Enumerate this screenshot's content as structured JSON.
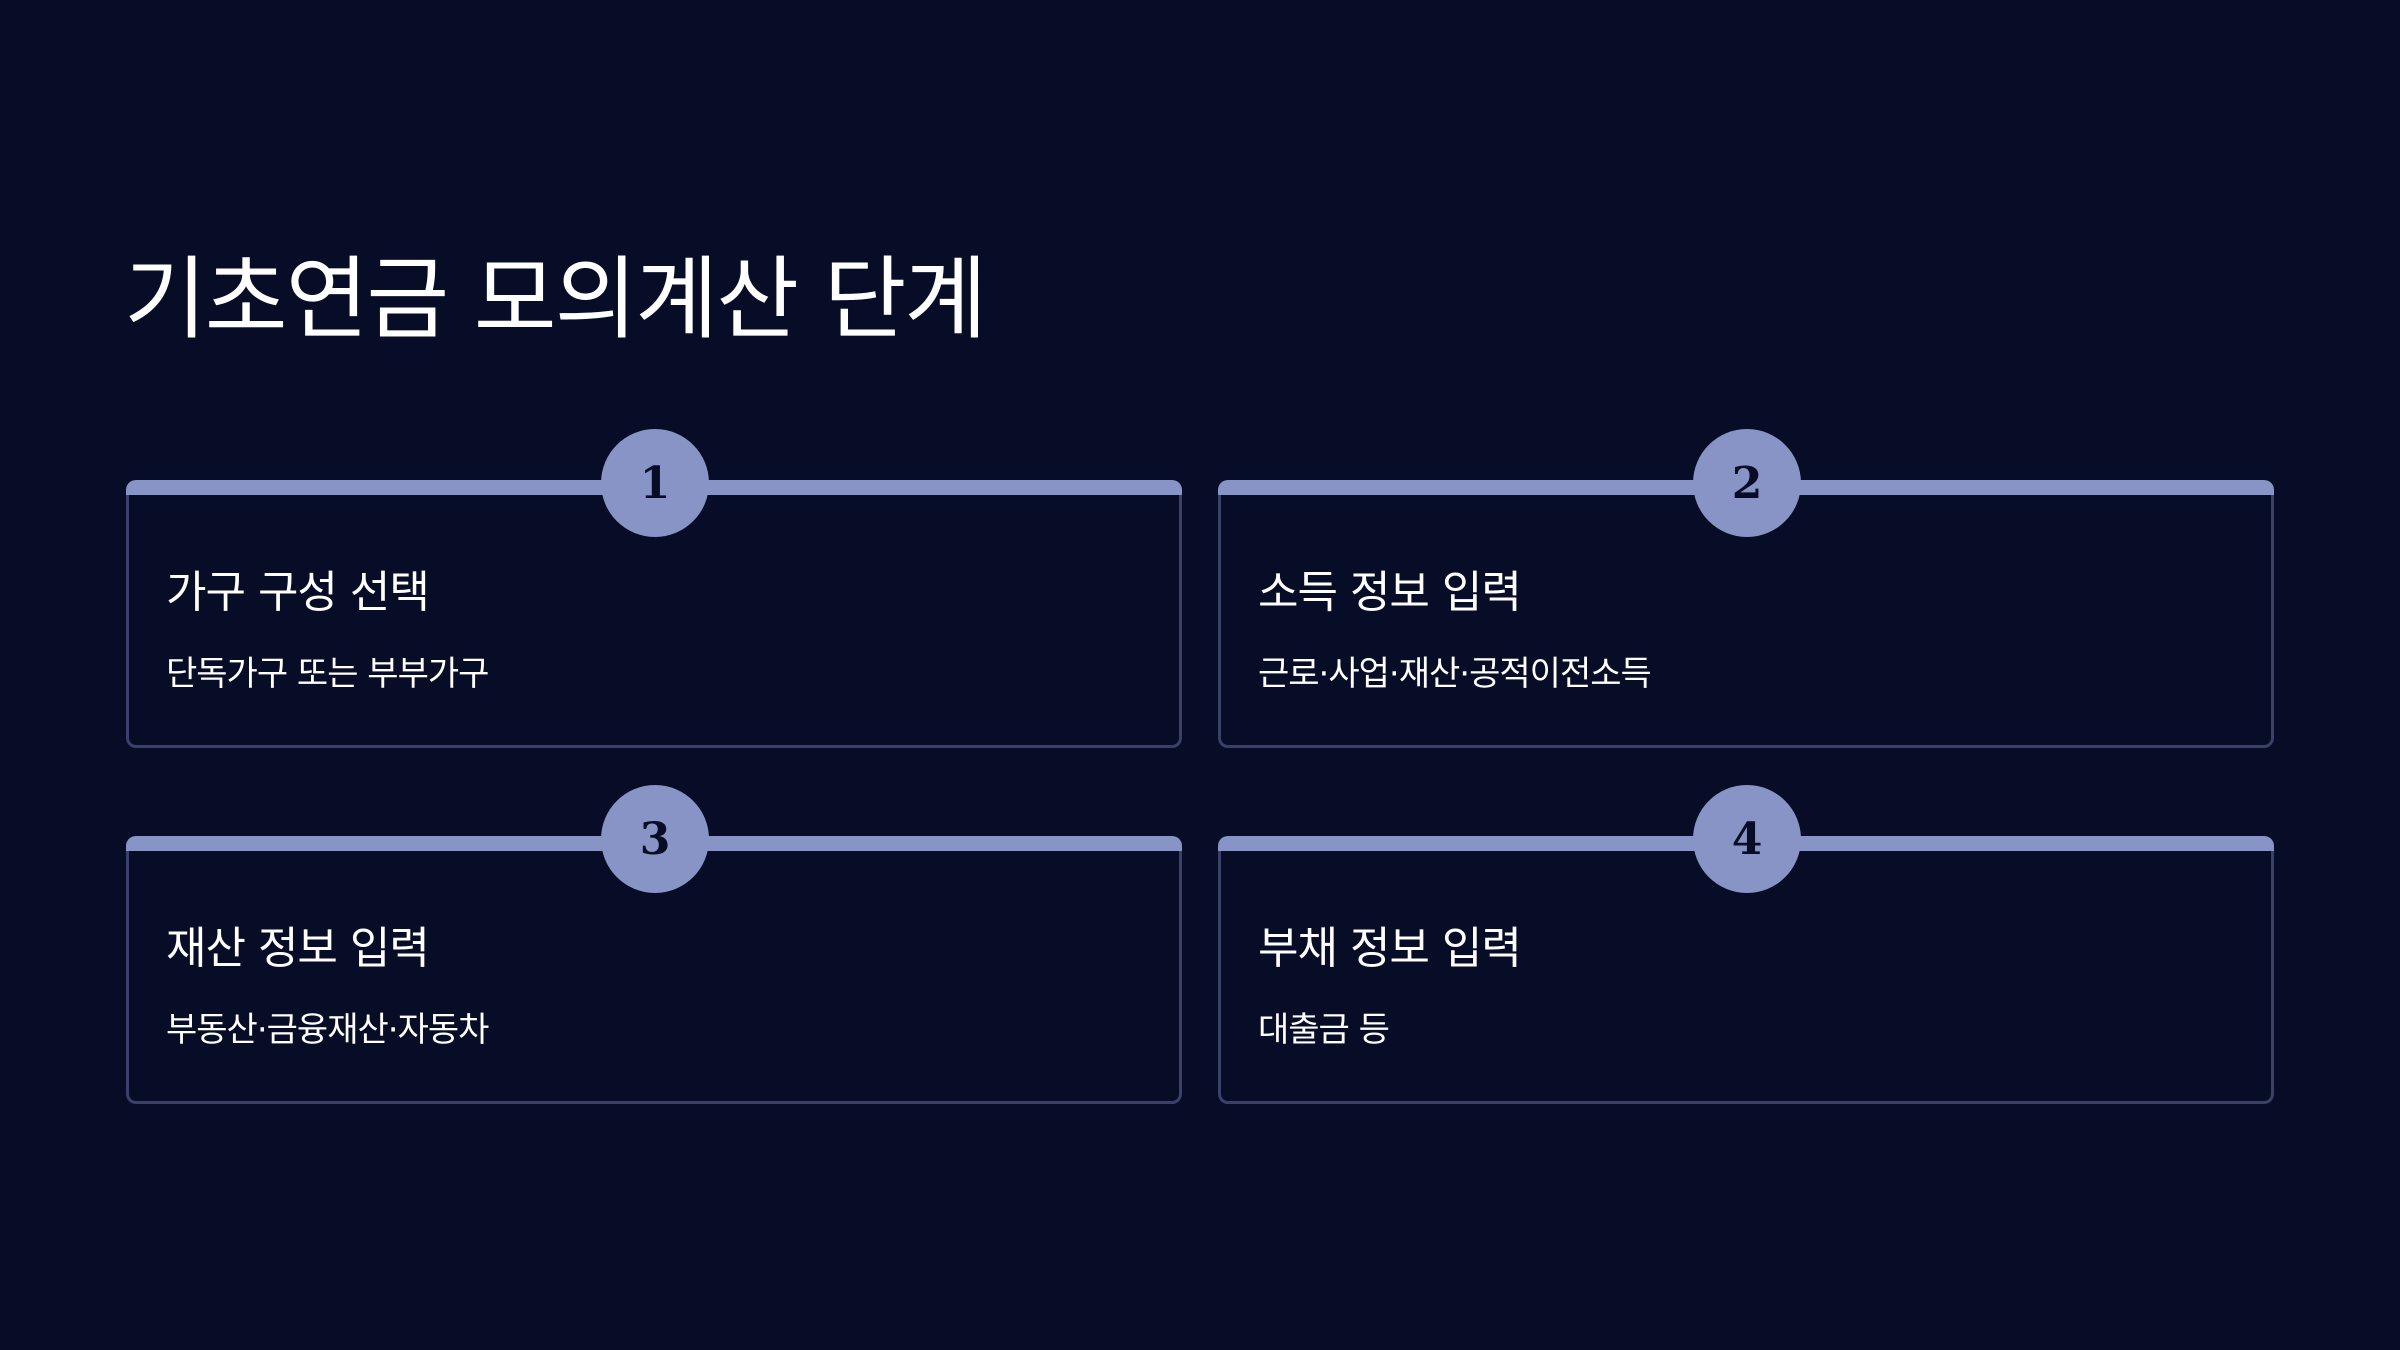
{
  "title": "기초연금 모의계산 단계",
  "colors": {
    "background": "#070d26",
    "accent": "#8893c6",
    "card_border": "#3a4168",
    "text": "#ffffff"
  },
  "steps": [
    {
      "number": "1",
      "title": "가구 구성 선택",
      "description": "단독가구 또는 부부가구"
    },
    {
      "number": "2",
      "title": "소득 정보 입력",
      "description": "근로·사업·재산·공적이전소득"
    },
    {
      "number": "3",
      "title": "재산 정보 입력",
      "description": "부동산·금융재산·자동차"
    },
    {
      "number": "4",
      "title": "부채 정보 입력",
      "description": "대출금 등"
    }
  ]
}
